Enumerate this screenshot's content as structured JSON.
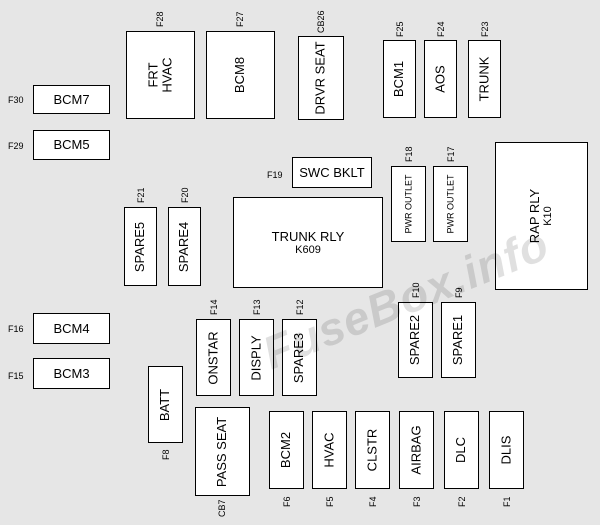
{
  "fuses": {
    "f28": {
      "id": "F28",
      "line1": "FRT",
      "line2": "HVAC"
    },
    "f27": {
      "id": "F27",
      "label": "BCM8"
    },
    "cb26": {
      "id": "CB26",
      "label": "DRVR SEAT"
    },
    "f25": {
      "id": "F25",
      "label": "BCM1"
    },
    "f24": {
      "id": "F24",
      "label": "AOS"
    },
    "f23": {
      "id": "F23",
      "label": "TRUNK"
    },
    "f30": {
      "id": "F30",
      "label": "BCM7"
    },
    "f29": {
      "id": "F29",
      "label": "BCM5"
    },
    "f19": {
      "id": "F19",
      "label": "SWC BKLT"
    },
    "f18": {
      "id": "F18",
      "label": "PWR OUTLET"
    },
    "f17": {
      "id": "F17",
      "label": "PWR OUTLET"
    },
    "k10": {
      "id": "K10",
      "label": "RAP RLY"
    },
    "f21": {
      "id": "F21",
      "label": "SPARE5"
    },
    "f20": {
      "id": "F20",
      "label": "SPARE4"
    },
    "k609": {
      "id": "K609",
      "label": "TRUNK RLY"
    },
    "f16": {
      "id": "F16",
      "label": "BCM4"
    },
    "f15": {
      "id": "F15",
      "label": "BCM3"
    },
    "f14": {
      "id": "F14",
      "label": "ONSTAR"
    },
    "f13": {
      "id": "F13",
      "label": "DISPLY"
    },
    "f12": {
      "id": "F12",
      "label": "SPARE3"
    },
    "f10": {
      "id": "F10",
      "label": "SPARE2"
    },
    "f9": {
      "id": "F9",
      "label": "SPARE1"
    },
    "f8": {
      "id": "F8",
      "label": "BATT"
    },
    "cb7": {
      "id": "CB7",
      "label": "PASS SEAT"
    },
    "f6": {
      "id": "F6",
      "label": "BCM2"
    },
    "f5": {
      "id": "F5",
      "label": "HVAC"
    },
    "f4": {
      "id": "F4",
      "label": "CLSTR"
    },
    "f3": {
      "id": "F3",
      "label": "AIRBAG"
    },
    "f2": {
      "id": "F2",
      "label": "DLC"
    },
    "f1": {
      "id": "F1",
      "label": "DLIS"
    }
  },
  "watermark": "FuseBox.info",
  "colors": {
    "background": "#e6e6e6",
    "box": "#ffffff",
    "outline": "#000000"
  }
}
